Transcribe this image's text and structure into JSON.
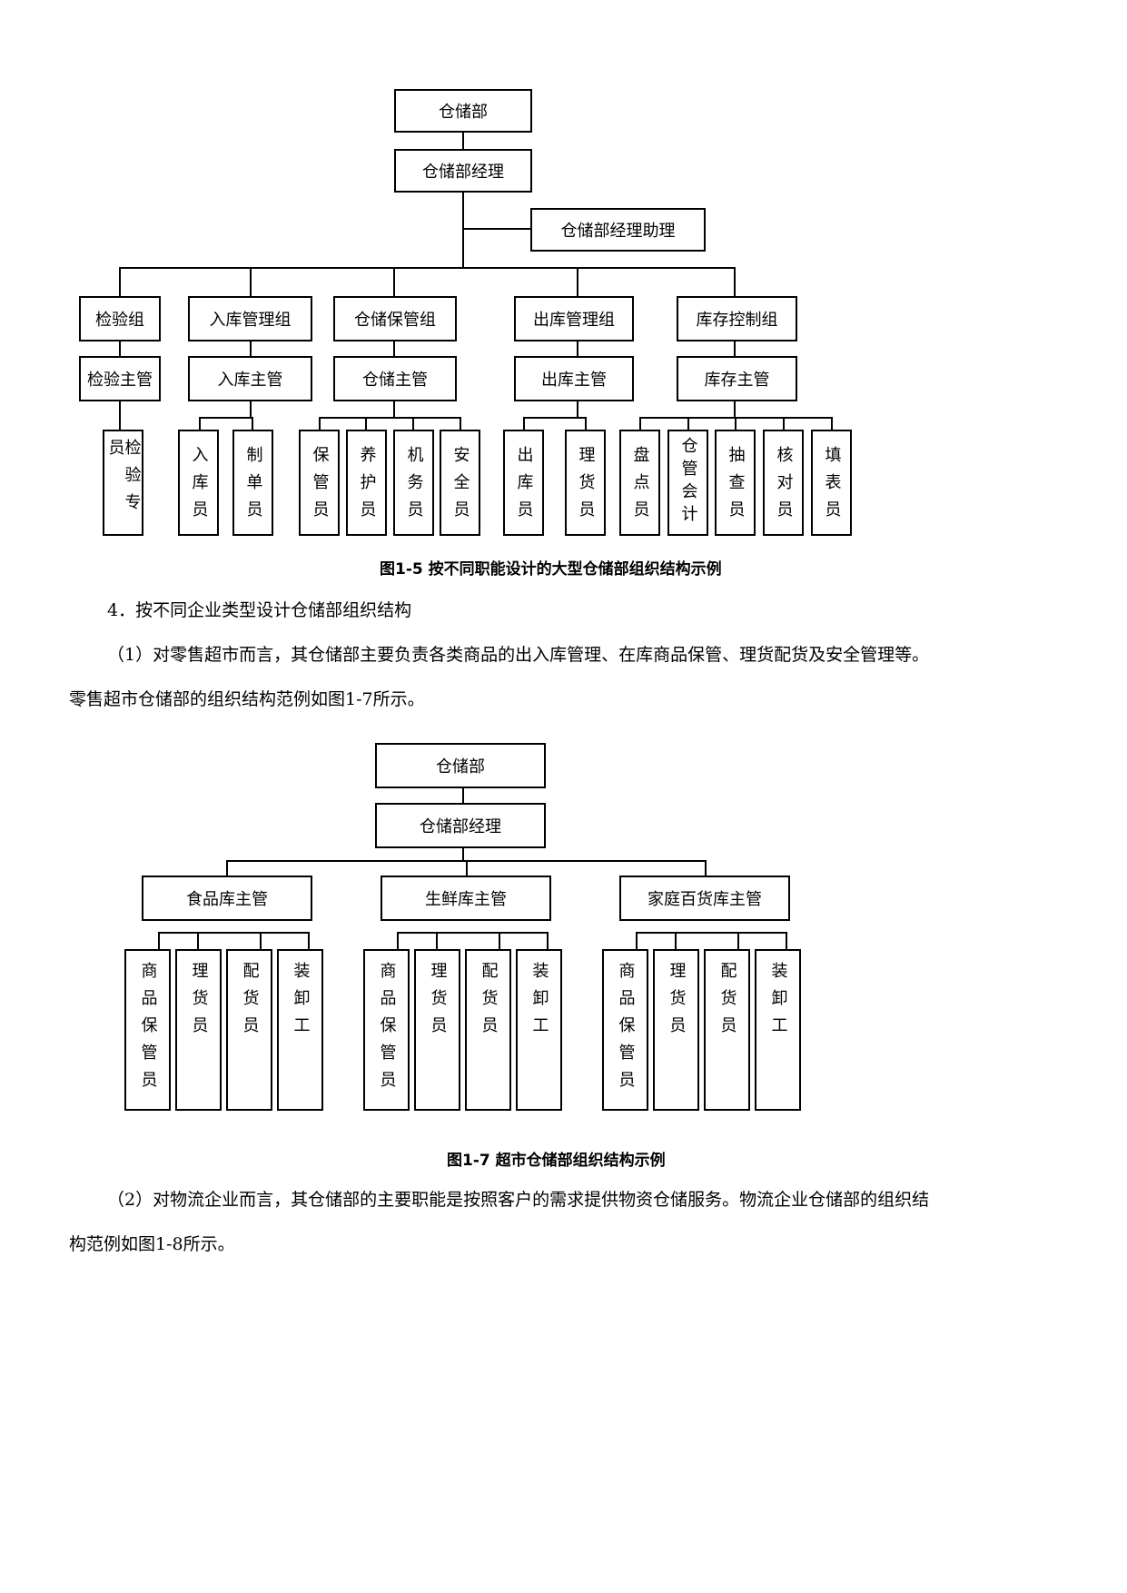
{
  "figure1": {
    "root": "仓储部",
    "manager": "仓储部经理",
    "assistant": "仓储部经理助理",
    "groups": [
      {
        "name": "检验组",
        "supervisor": "检验主管",
        "staff": [
          "检验专员"
        ]
      },
      {
        "name": "入库管理组",
        "supervisor": "入库主管",
        "staff": [
          "入库员",
          "制单员"
        ]
      },
      {
        "name": "仓储保管组",
        "supervisor": "仓储主管",
        "staff": [
          "保管员",
          "养护员",
          "机务员",
          "安全员"
        ]
      },
      {
        "name": "出库管理组",
        "supervisor": "出库主管",
        "staff": [
          "出库员",
          "理货员"
        ]
      },
      {
        "name": "库存控制组",
        "supervisor": "库存主管",
        "staff": [
          "盘点员",
          "仓管会计",
          "抽查员",
          "核对员",
          "填表员"
        ]
      }
    ],
    "caption": "图1-5  按不同职能设计的大型仓储部组织结构示例"
  },
  "section_heading": "4．按不同企业类型设计仓储部组织结构",
  "paragraph1_line1": "（1）对零售超市而言，其仓储部主要负责各类商品的出入库管理、在库商品保管、理货配货及安全管理等。",
  "paragraph1_line2": "零售超市仓储部的组织结构范例如图1-7所示。",
  "figure2": {
    "root": "仓储部",
    "manager": "仓储部经理",
    "groups": [
      {
        "name": "食品库主管",
        "staff": [
          "商品保管员",
          "理货员",
          "配货员",
          "装卸工"
        ]
      },
      {
        "name": "生鲜库主管",
        "staff": [
          "商品保管员",
          "理货员",
          "配货员",
          "装卸工"
        ]
      },
      {
        "name": "家庭百货库主管",
        "staff": [
          "商品保管员",
          "理货员",
          "配货员",
          "装卸工"
        ]
      }
    ],
    "caption": "图1-7  超市仓储部组织结构示例"
  },
  "paragraph2_line1": "（2）对物流企业而言，其仓储部的主要职能是按照客户的需求提供物资仓储服务。物流企业仓储部的组织结",
  "paragraph2_line2": "构范例如图1-8所示。"
}
